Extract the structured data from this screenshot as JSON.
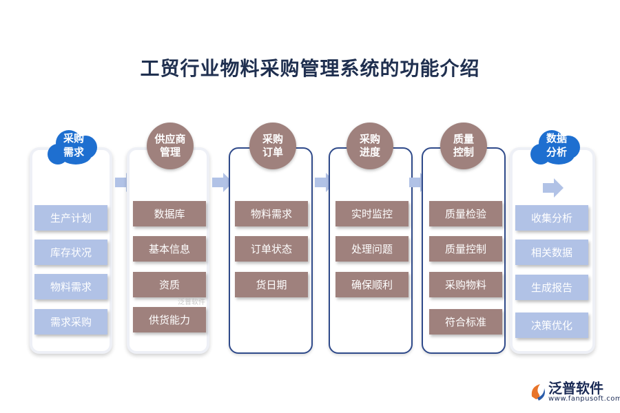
{
  "title": "工贸行业物料采购管理系统的功能介绍",
  "columns": [
    {
      "heading": "采购\n需求",
      "items": [
        "生产计划",
        "库存状况",
        "物料需求",
        "需求采购"
      ]
    },
    {
      "heading": "供应商\n管理",
      "items": [
        "数据库",
        "基本信息",
        "资质",
        "供货能力"
      ]
    },
    {
      "heading": "采购\n订单",
      "items": [
        "物料需求",
        "订单状态",
        "货日期"
      ]
    },
    {
      "heading": "采购\n进度",
      "items": [
        "实时监控",
        "处理问题",
        "确保顺利"
      ]
    },
    {
      "heading": "质量\n控制",
      "items": [
        "质量检验",
        "质量控制",
        "采购物料",
        "符合标准"
      ]
    },
    {
      "heading": "数据\n分析",
      "items": [
        "收集分析",
        "相关数据",
        "生成报告",
        "决策优化"
      ]
    }
  ],
  "watermark_small": "泛普软件",
  "logo": {
    "name": "泛普软件",
    "url": "www.fanpusoft.com"
  },
  "colors": {
    "title": "#1f2f4f",
    "brown": "#9f817d",
    "lavender": "#b1c2e6",
    "cloud": "#1e6fd0",
    "border_blue": "#2f4a8a",
    "arrow": "#b1c2e6"
  }
}
